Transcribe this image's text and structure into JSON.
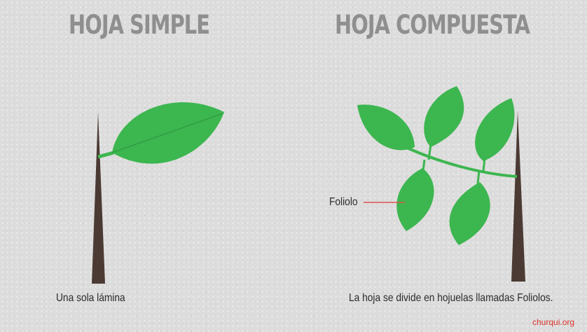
{
  "titles": {
    "simple": "HOJA SIMPLE",
    "compound": "HOJA COMPUESTA"
  },
  "captions": {
    "simple": "Una sola lámina",
    "compound": "La hoja se divide en hojuelas llamadas Foliolos."
  },
  "labels": {
    "foliolo": "Foliolo"
  },
  "credit": "churqui.org",
  "colors": {
    "background": "#dcdcdc",
    "leaf": "#3cb64f",
    "stem": "#4b3a33",
    "title": "#8f8f8f",
    "pointer_line": "#d9534f",
    "credit": "#d9342b"
  }
}
